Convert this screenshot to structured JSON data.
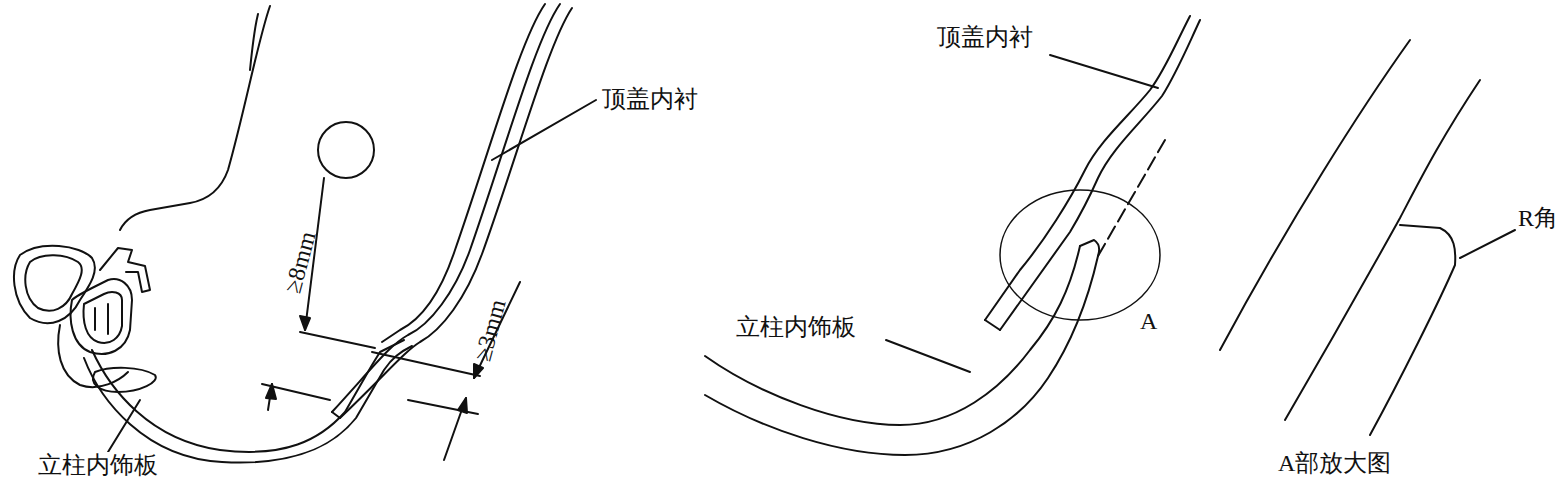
{
  "diagram": {
    "labels": [
      "顶盖内衬",
      "≥8mm",
      "≥3mm",
      "立柱内饰板",
      "顶盖内衬",
      "立柱内饰板",
      "A",
      "R角",
      "A部放大图"
    ]
  }
}
